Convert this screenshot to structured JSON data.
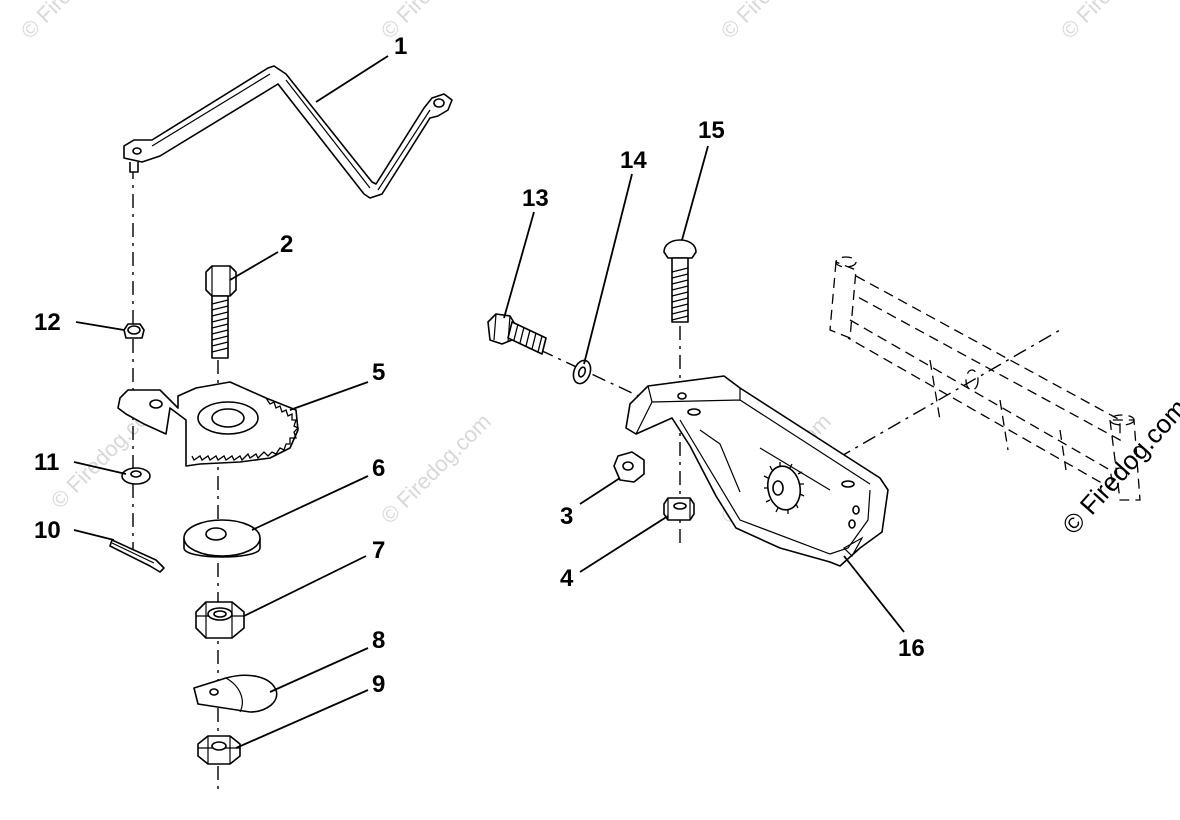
{
  "diagram": {
    "callouts": {
      "c1": "1",
      "c2": "2",
      "c3": "3",
      "c4": "4",
      "c5": "5",
      "c6": "6",
      "c7": "7",
      "c8": "8",
      "c9": "9",
      "c10": "10",
      "c11": "11",
      "c12": "12",
      "c13": "13",
      "c14": "14",
      "c15": "15",
      "c16": "16"
    },
    "watermark": {
      "faint": "© Firedog.com",
      "dark": "© Firedog.com"
    }
  }
}
